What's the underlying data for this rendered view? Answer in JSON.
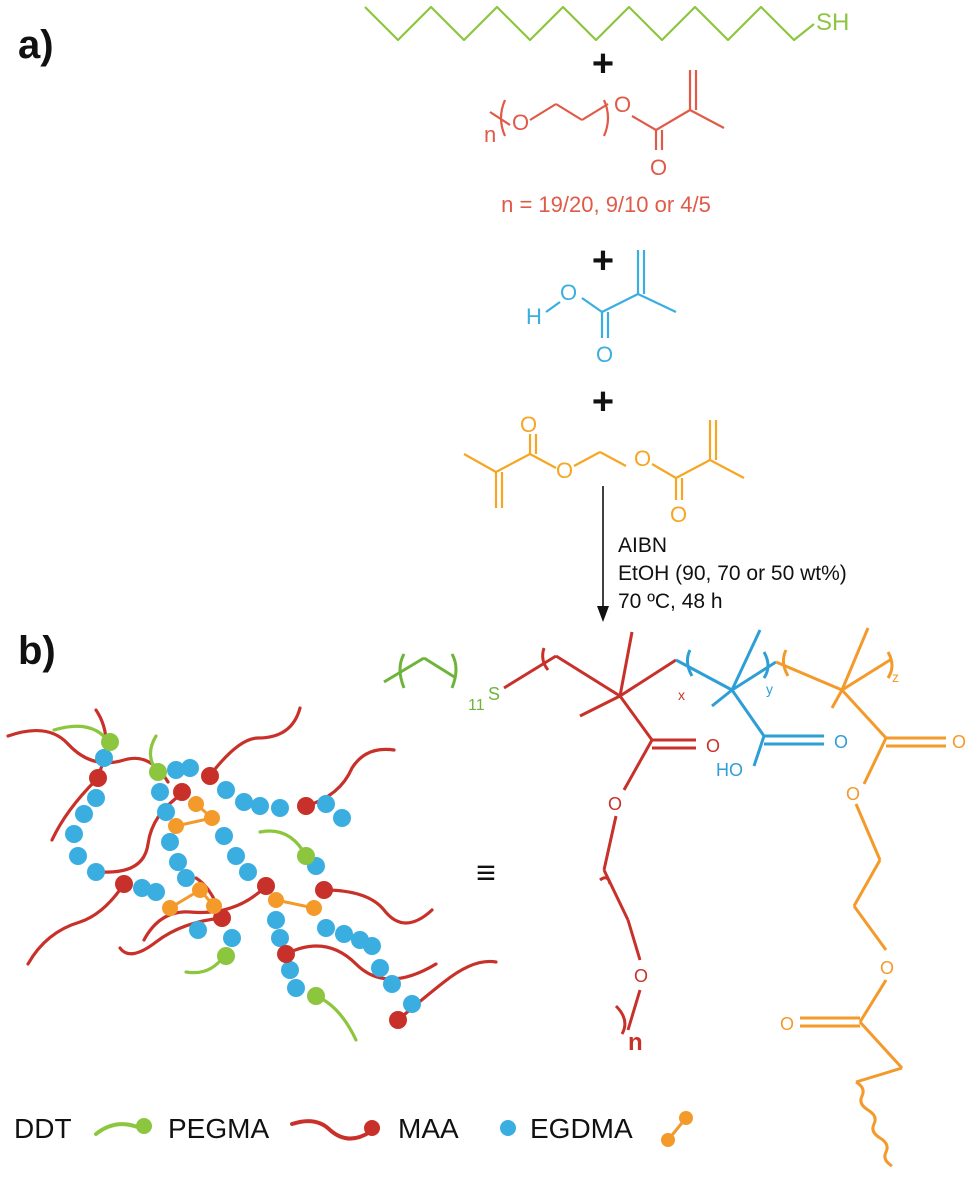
{
  "panels": {
    "a": "a)",
    "b": "b)"
  },
  "colors": {
    "ddt": "#8cc63f",
    "pegma": "#e05a47",
    "maa": "#3aaee0",
    "egdma": "#f5a623",
    "polymer_red": "#c8312a",
    "polymer_blue": "#2e9fd6",
    "polymer_orange": "#f39a2b",
    "ink": "#111111"
  },
  "reagents": {
    "ddt_sh": "SH",
    "plus": "+",
    "pegma_n": "n",
    "pegma_o1": "O",
    "pegma_o2": "O",
    "pegma_o3": "O",
    "pegma_note": "n = 19/20, 9/10 or 4/5",
    "maa_h": "H",
    "maa_o1": "O",
    "maa_o2": "O",
    "egdma_o1": "O",
    "egdma_o2": "O",
    "egdma_o3": "O",
    "egdma_o4": "O"
  },
  "conditions": [
    "AIBN",
    "EtOH (90, 70 or 50 wt%)",
    "70 ºC, 48 h"
  ],
  "polymer": {
    "sub_11": "11",
    "s": "S",
    "x": "x",
    "y": "y",
    "z": "z",
    "red_o_carbonyl": "O",
    "red_o_ester": "O",
    "red_o_end": "O",
    "n": "n",
    "blue_o": "O",
    "blue_ho": "HO",
    "orange_o_carbonyl": "O",
    "orange_o_ester": "O",
    "orange_o_mid": "O",
    "orange_o_end": "O"
  },
  "equiv": "≡",
  "legend": [
    {
      "label": "DDT",
      "icon": "green-strand-icon"
    },
    {
      "label": "PEGMA",
      "icon": "red-strand-icon"
    },
    {
      "label": "MAA",
      "icon": "blue-bead-icon"
    },
    {
      "label": "EGDMA",
      "icon": "orange-crosslink-icon"
    }
  ]
}
